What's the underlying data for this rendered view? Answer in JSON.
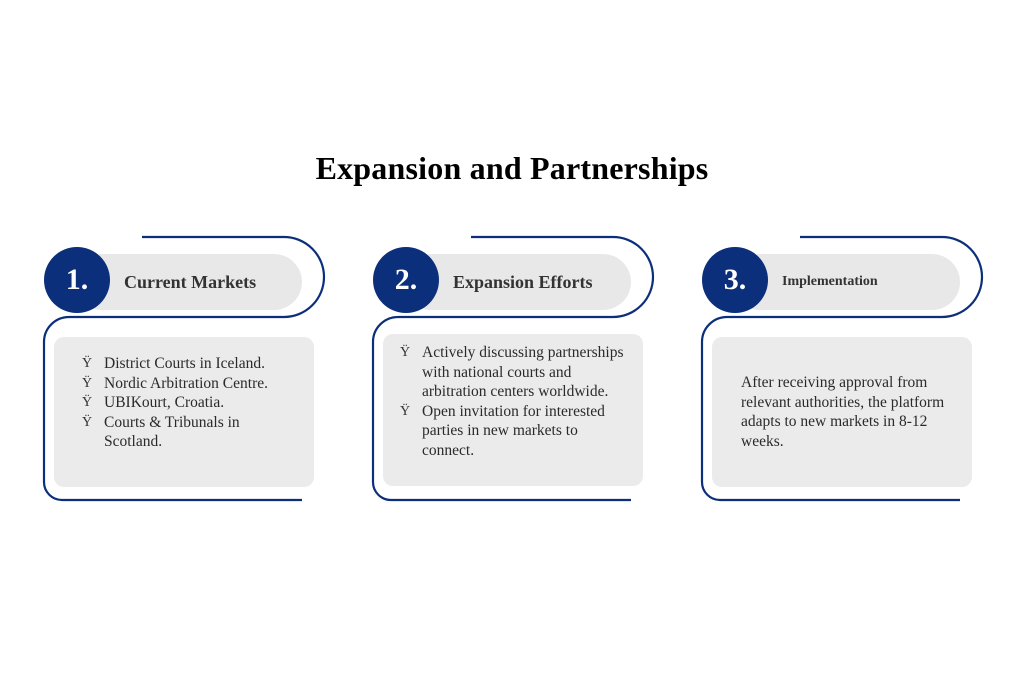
{
  "title": "Expansion and Partnerships",
  "accent_color": "#0b2f7a",
  "box_fill_color": "#ebebeb",
  "bullet_glyph": "Ÿ",
  "steps": [
    {
      "number": "1.",
      "heading": "Current Markets",
      "bullets": [
        "District Courts in Iceland.",
        "Nordic Arbitration Centre.",
        "UBIKourt, Croatia.",
        "Courts & Tribunals in Scotland."
      ]
    },
    {
      "number": "2.",
      "heading": "Expansion Efforts",
      "bullets": [
        "Actively discussing partnerships with national courts and arbitration centers worldwide.",
        "Open invitation for interested parties in new markets to connect."
      ]
    },
    {
      "number": "3.",
      "heading": "Implementation",
      "paragraph": "After receiving approval from relevant authorities, the platform adapts to new markets in 8-12 weeks."
    }
  ]
}
